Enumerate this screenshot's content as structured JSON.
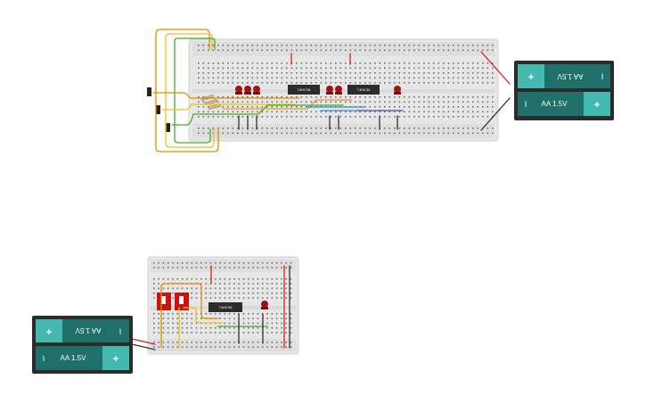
{
  "circuit_top": {
    "chips": [
      {
        "label": "74HC08"
      },
      {
        "label": "74HC32"
      }
    ],
    "battery": {
      "cell_top_label": "AA 1.5V",
      "cell_bottom_label": "AA 1.5V",
      "plus_symbol": "+",
      "minus_symbol": "I"
    }
  },
  "circuit_bottom": {
    "chips": [
      {
        "label": "74HC08"
      }
    ],
    "battery": {
      "cell_top_label": "AA 1.5V",
      "cell_bottom_label": "AA 1.5V",
      "plus_symbol": "+",
      "minus_symbol": "I"
    }
  },
  "colors": {
    "board": "#e6e6e6",
    "wire_red": "#d62020",
    "wire_black": "#333333",
    "wire_orange": "#e58a00",
    "wire_yellow": "#e8c21a",
    "wire_green": "#3fae2a",
    "wire_blue": "#3a8fd8",
    "wire_purple": "#6a3bb5",
    "led": "#9e1414",
    "battery_teal": "#43b9b0"
  }
}
